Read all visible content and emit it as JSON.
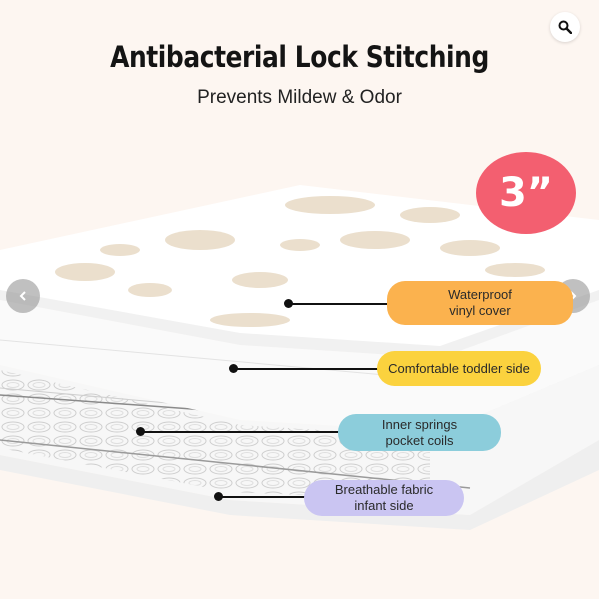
{
  "header": {
    "title": "Antibacterial Lock Stitching",
    "subtitle": "Prevents Mildew & Odor"
  },
  "badge": {
    "text": "3”"
  },
  "search": {
    "icon": "search-icon"
  },
  "navigation": {
    "prev_icon": "chevron-left-icon",
    "next_icon": "chevron-right-icon"
  },
  "layers": [
    {
      "label_line1": "Waterproof",
      "label_line2": "vinyl cover",
      "color": "#fbb24e"
    },
    {
      "label_line1": "Comfortable toddler side",
      "label_line2": "",
      "color": "#fbd23e"
    },
    {
      "label_line1": "Inner springs",
      "label_line2": "pocket coils",
      "color": "#8ccddb"
    },
    {
      "label_line1": "Breathable fabric",
      "label_line2": "infant side",
      "color": "#cac5f2"
    }
  ],
  "colors": {
    "background": "#fdf6f1",
    "badge": "#f35f70"
  }
}
